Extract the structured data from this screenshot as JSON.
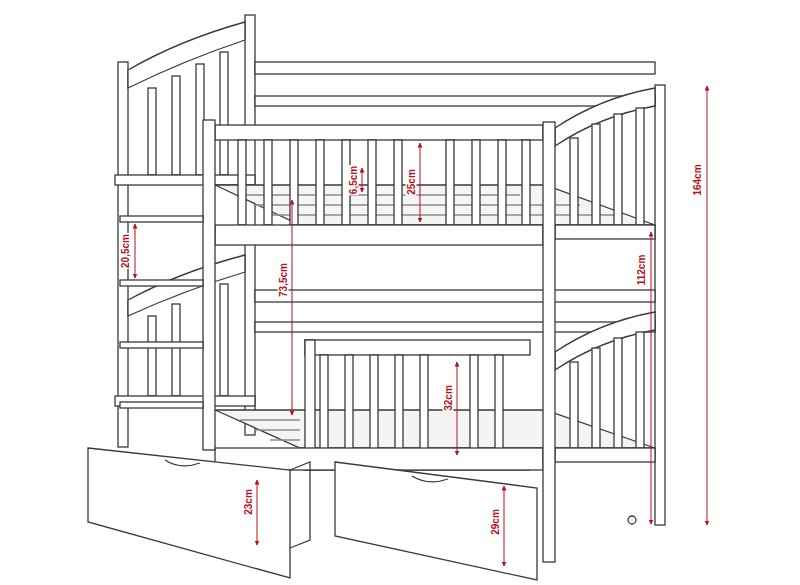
{
  "diagram": {
    "labels": [
      "6,5cm",
      "25cm",
      "20,5cm",
      "73,5cm",
      "112cm",
      "164cm",
      "32cm",
      "23cm",
      "29cm"
    ]
  }
}
